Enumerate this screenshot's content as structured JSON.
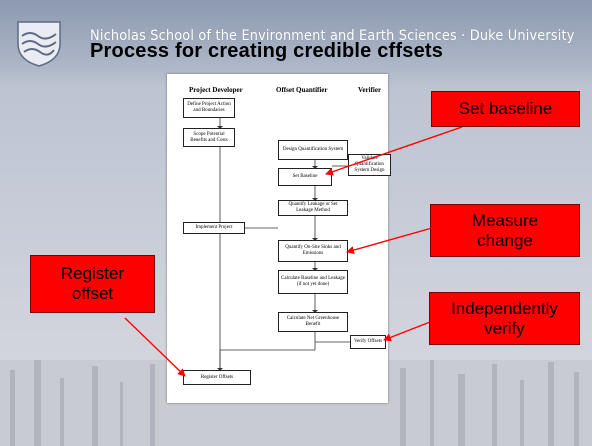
{
  "header": {
    "school_line": "Nicholas School of the Environment and Earth Sciences · Duke University",
    "title": "Process for creating credible cffsets"
  },
  "diagram": {
    "columns": {
      "developer": "Project Developer",
      "quantifier": "Offset Quantifier",
      "verifier": "Verifier"
    },
    "boxes": {
      "define": "Define Project Action and Boundaries",
      "scope": "Scope Potential Benefits and Costs",
      "design": "Design Quantification System",
      "validate": "Validate Quantification System Design",
      "baseline": "Set Baseline",
      "leakage": "Quantify Leakage or Set Leakage Method",
      "implement": "Implement Project",
      "quantify_onsite": "Quantify On-Site Sinks and Emissions",
      "calculate": "Calculate Baseline and Leakage (if not yet done)",
      "net": "Calculate Net Greenhouse Benefit",
      "verify": "Verify Offsets",
      "register": "Register Offsets"
    }
  },
  "callouts": {
    "set_baseline": "Set baseline",
    "measure_change": "Measure change",
    "register_offset": "Register offset",
    "independently_verify": "Independently verify"
  },
  "colors": {
    "callout_fill": "#ff0000",
    "arrow": "#ff0000",
    "title": "#000000",
    "school_line": "#ffffff"
  }
}
